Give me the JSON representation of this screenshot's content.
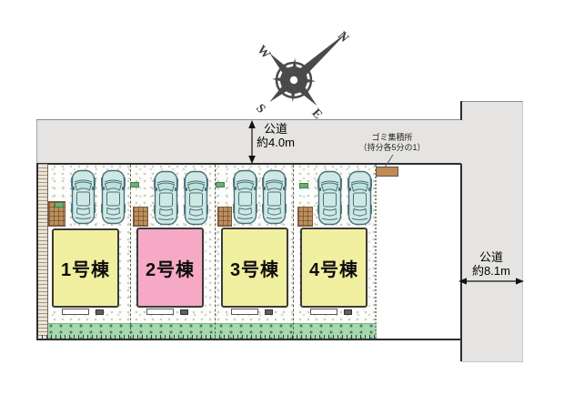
{
  "compass": {
    "north": "N",
    "east": "E",
    "south": "S",
    "west": "W"
  },
  "roads": {
    "top": {
      "name": "公道",
      "width": "約4.0m"
    },
    "right": {
      "name": "公道",
      "width": "約8.1m"
    }
  },
  "waste_station": {
    "label_line1": "ゴミ集積所",
    "label_line2": "（持分各5分の1）"
  },
  "buildings": [
    {
      "label": "1号棟",
      "color": "#f1efa0"
    },
    {
      "label": "2号棟",
      "color": "#f5a9c4"
    },
    {
      "label": "3号棟",
      "color": "#f1efa0"
    },
    {
      "label": "4号棟",
      "color": "#f1efa0"
    }
  ],
  "colors": {
    "road": "#e5e4e2",
    "lawn": "#a6d7ae",
    "car": "#cfe8e4",
    "paving": "#bc8f5f",
    "waste_box": "#c28a52",
    "compass": "#4a4a4a"
  }
}
